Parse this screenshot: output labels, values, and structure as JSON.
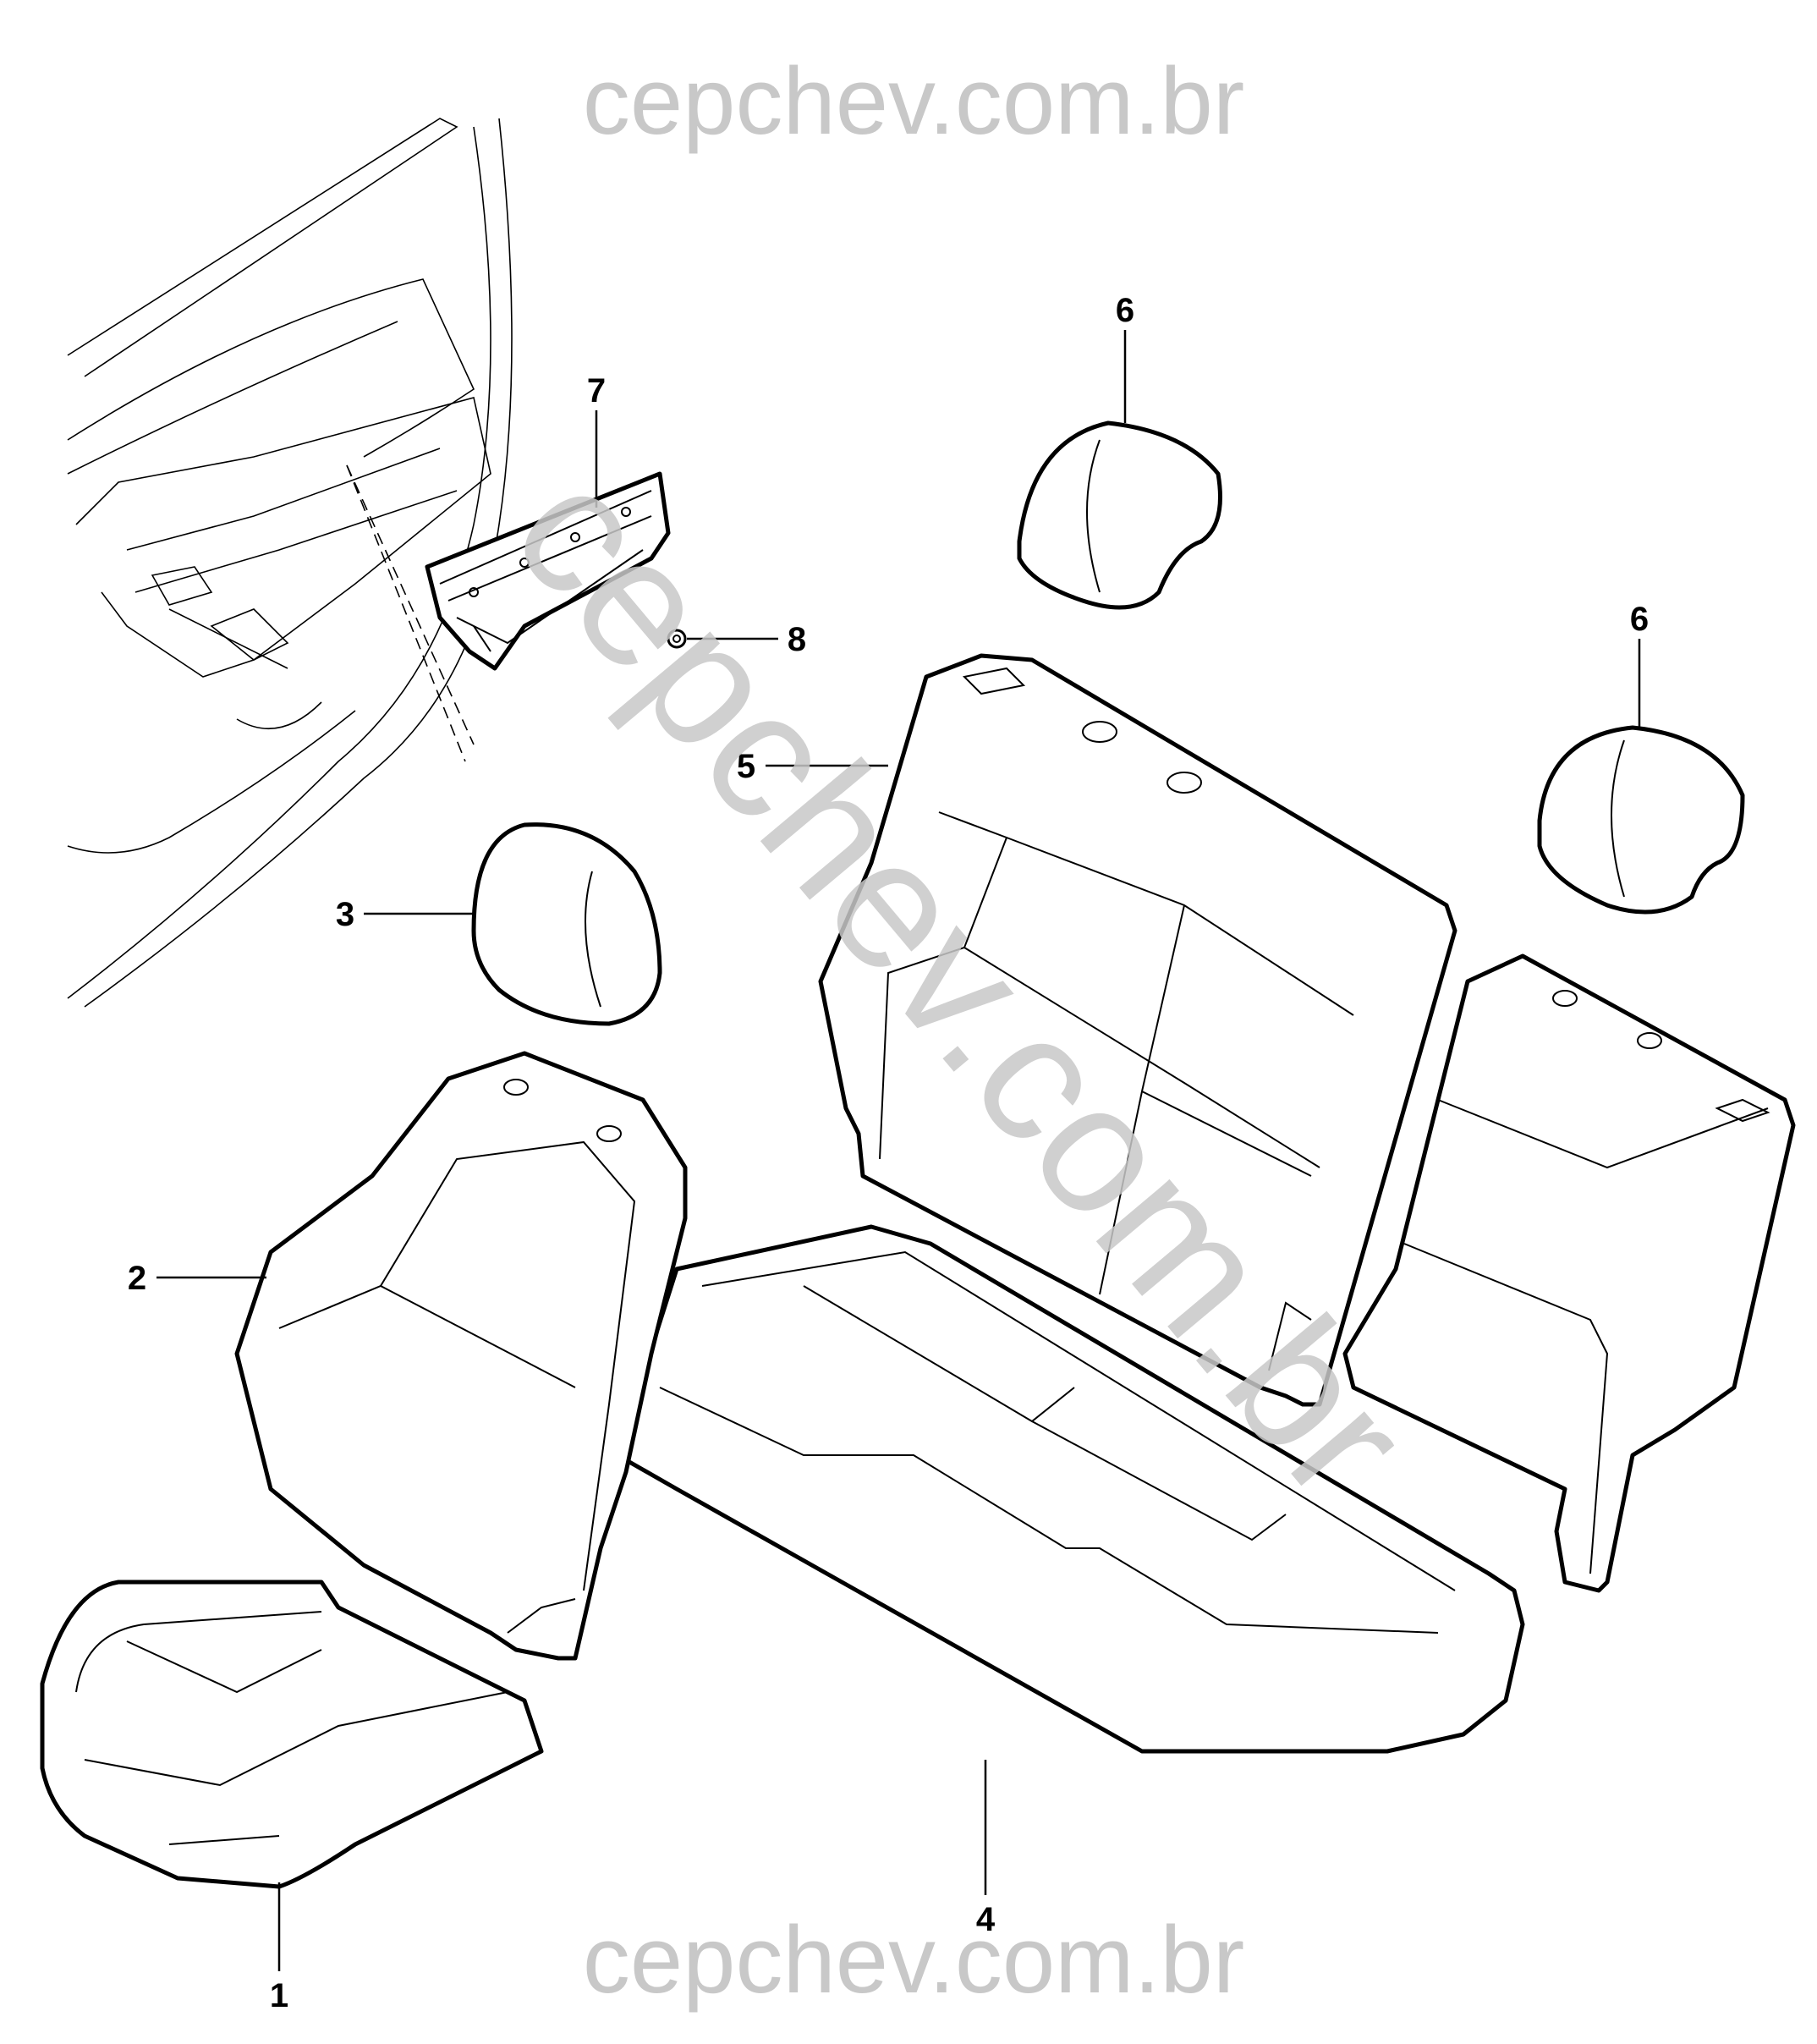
{
  "watermark": {
    "top": "cepchev.com.br",
    "bottom": "cepchev.com.br",
    "diagonal": "cepchev.com.br",
    "color": "#c8c8c8"
  },
  "callouts": [
    {
      "id": "1",
      "label": "1"
    },
    {
      "id": "2",
      "label": "2"
    },
    {
      "id": "3",
      "label": "3"
    },
    {
      "id": "4",
      "label": "4"
    },
    {
      "id": "5",
      "label": "5"
    },
    {
      "id": "6a",
      "label": "6"
    },
    {
      "id": "6b",
      "label": "6"
    },
    {
      "id": "7",
      "label": "7"
    },
    {
      "id": "8",
      "label": "8"
    }
  ]
}
